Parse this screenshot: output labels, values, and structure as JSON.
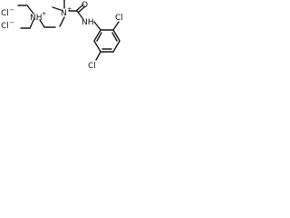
{
  "structure": {
    "labels": {
      "chloride_ion_1": "Cl",
      "chloride_ion_1_charge": "−",
      "ammonium_nh": "NH",
      "ammonium_nh_charge": "+",
      "chloride_ion_2": "Cl",
      "chloride_ion_2_charge": "−",
      "quaternary_n": "N",
      "quaternary_n_charge": "+",
      "carbonyl_o": "O",
      "amide_nh": "NH",
      "ring_cl_top": "Cl",
      "ring_cl_bottom": "Cl"
    }
  }
}
